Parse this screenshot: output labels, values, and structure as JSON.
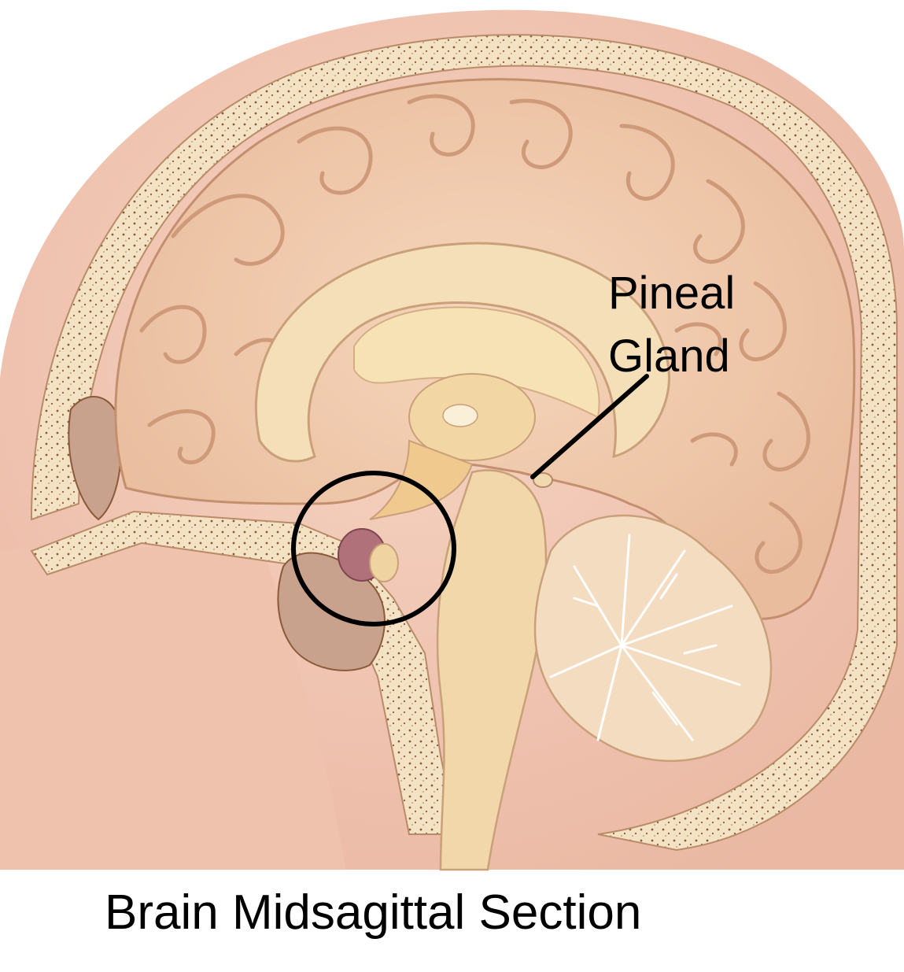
{
  "diagram": {
    "caption": "Brain Midsagittal Section",
    "pointer_label": {
      "line1": "Pineal",
      "line2": "Gland"
    },
    "highlight": "circle around pituitary gland region",
    "colors": {
      "skin": "#f1c9b5",
      "skin_shadow": "#e8b9a3",
      "skull_bone": "#f3e2c3",
      "bone_speckle": "#8a5a3a",
      "cerebrum": "#efc7a8",
      "cerebrum_fold": "#d9a889",
      "corpus_callosum": "#f4dfb8",
      "ventricle": "#f7e7c4",
      "brainstem": "#f1d7a9",
      "cerebellum": "#f4dcc0",
      "pituitary": "#b0717b",
      "sinus": "#c9a28e",
      "annotation": "#000000",
      "background": "#ffffff"
    }
  }
}
